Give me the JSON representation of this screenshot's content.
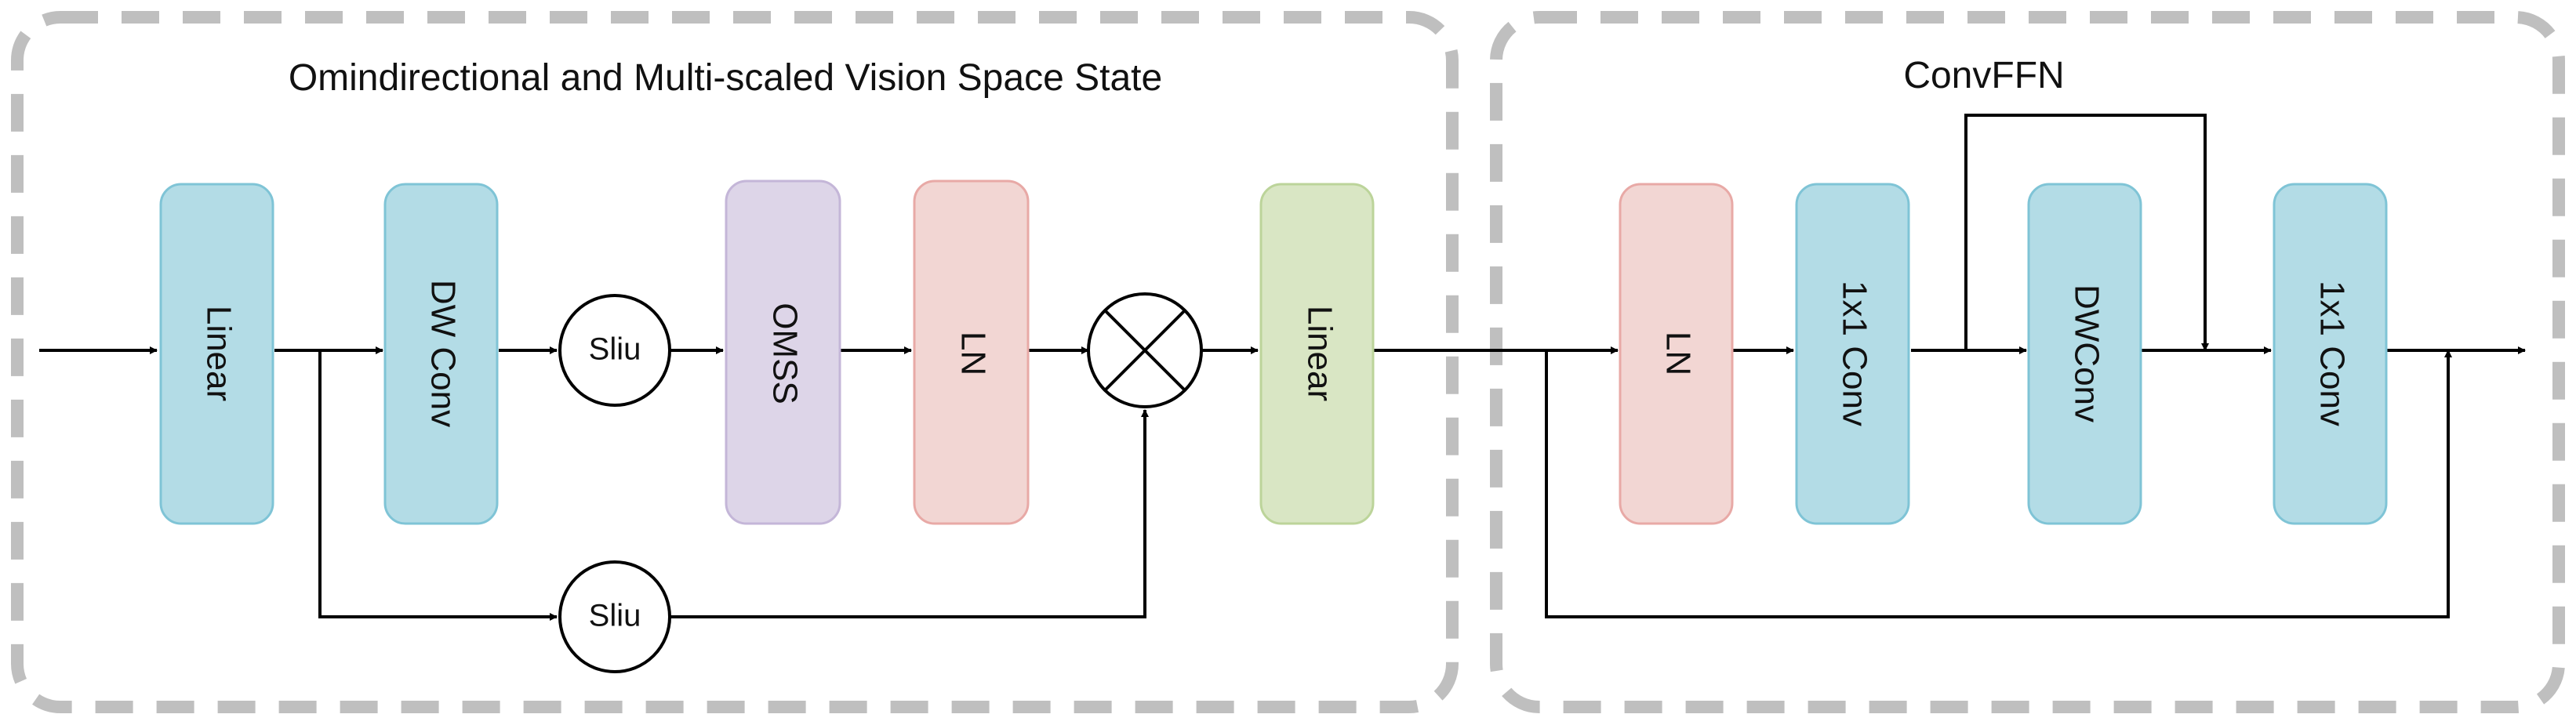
{
  "titles": {
    "omss_block": "Omindirectional and Multi-scaled Vision Space State",
    "convffn": "ConvFFN"
  },
  "blocks": {
    "linear_1": "Linear",
    "dw_conv": "DW Conv",
    "omss": "OMSS",
    "ln_1": "LN",
    "linear_2": "Linear",
    "ln_2": "LN",
    "conv1x1_a": "1x1 Conv",
    "dwconv": "DWConv",
    "conv1x1_b": "1x1 Conv"
  },
  "activations": {
    "sliu_top": "Sliu",
    "sliu_bottom": "Sliu"
  },
  "colors": {
    "blue_fill": "#b3dce6",
    "blue_stroke": "#7fc4d6",
    "purple_fill": "#ddd5e8",
    "purple_stroke": "#c4b6d8",
    "pink_fill": "#f2d6d3",
    "pink_stroke": "#e8a9a6",
    "green_fill": "#d9e6c4",
    "green_stroke": "#bcd49a",
    "dashed_border": "#bfbfbf",
    "line": "#000000"
  }
}
